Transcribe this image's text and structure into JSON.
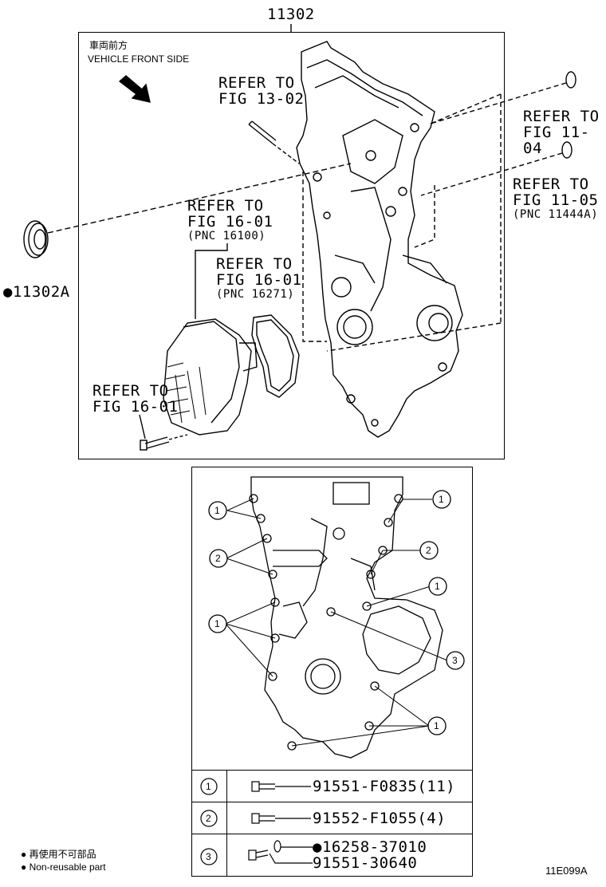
{
  "top_part_number": "11302",
  "vehicle_front_jp": "車両前方",
  "vehicle_front_en": "VEHICLE FRONT SIDE",
  "refer_labels": [
    {
      "line1": "REFER TO",
      "line2": "FIG 13-02",
      "pnc": ""
    },
    {
      "line1": "REFER TO",
      "line2": "FIG 11-04",
      "pnc": ""
    },
    {
      "line1": "REFER TO",
      "line2": "FIG 11-05",
      "pnc": "(PNC 11444A)"
    },
    {
      "line1": "REFER TO",
      "line2": "FIG 16-01",
      "pnc": "(PNC 16100)"
    },
    {
      "line1": "REFER TO",
      "line2": "FIG 16-01",
      "pnc": "(PNC 16271)"
    },
    {
      "line1": "REFER TO",
      "line2": "FIG 16-01",
      "pnc": ""
    }
  ],
  "seal_part": "●11302A",
  "callout_numbers": [
    "1",
    "2",
    "3"
  ],
  "legend": [
    {
      "num": "1",
      "part": "91551-F0835(11)",
      "part2": ""
    },
    {
      "num": "2",
      "part": "91552-F1055(4)",
      "part2": ""
    },
    {
      "num": "3",
      "part": "●16258-37010",
      "part2": "91551-30640"
    }
  ],
  "notes": {
    "jp": "● 再使用不可部品",
    "en": "● Non-reusable part"
  },
  "figure_code": "11E099A"
}
